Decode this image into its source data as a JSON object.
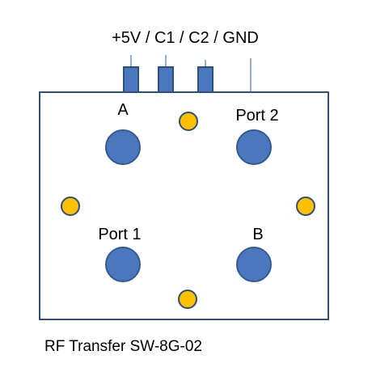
{
  "diagram": {
    "pin_label": "+5V / C1 / C2 / GND",
    "caption": "RF Transfer SW-8G-02",
    "ports": {
      "a": "A",
      "port2": "Port 2",
      "port1": "Port 1",
      "b": "B"
    },
    "colors": {
      "body_stroke": "#2E4F7A",
      "port_fill": "#4A78BE",
      "port_stroke": "#34598F",
      "hole_fill": "#FFC000",
      "hole_stroke": "#2E4F7A",
      "pin_fill": "#4A78BE",
      "gnd_line": "#6E92C9"
    }
  }
}
